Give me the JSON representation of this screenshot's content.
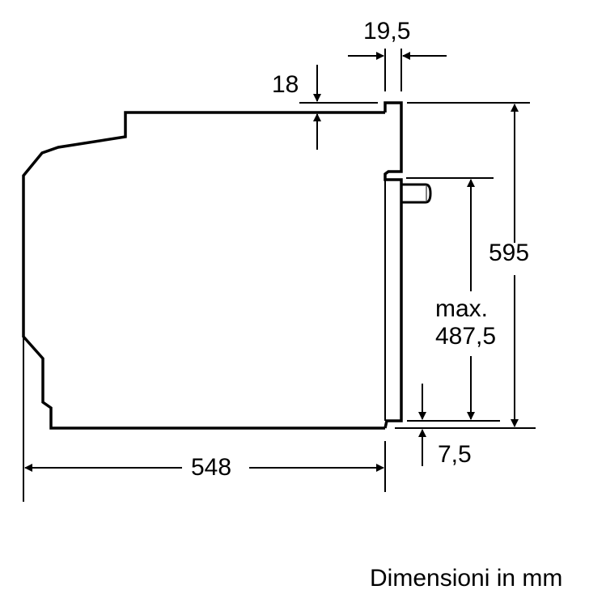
{
  "dimensions": {
    "door_thickness": "19,5",
    "top_offset": "18",
    "total_height": "595",
    "max_label": "max.",
    "max_height": "487,5",
    "bottom_offset": "7,5",
    "depth": "548"
  },
  "footer": "Dimensioni in mm"
}
